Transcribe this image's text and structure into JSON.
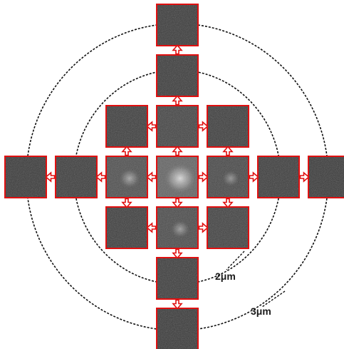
{
  "labels": {
    "inner_ring": "2μm",
    "outer_ring": "3μm"
  },
  "colors": {
    "tile_border": "#e01010",
    "arrow": "#e01010",
    "ring": "#111111",
    "background": "#ffffff"
  },
  "tiles": [
    {
      "row": 0,
      "col": 3,
      "brightness": 0.25
    },
    {
      "row": 1,
      "col": 3,
      "brightness": 0.27
    },
    {
      "row": 2,
      "col": 2,
      "brightness": 0.3
    },
    {
      "row": 2,
      "col": 3,
      "brightness": 0.4
    },
    {
      "row": 2,
      "col": 4,
      "brightness": 0.3
    },
    {
      "row": 3,
      "col": 0,
      "brightness": 0.24
    },
    {
      "row": 3,
      "col": 1,
      "brightness": 0.28
    },
    {
      "row": 3,
      "col": 2,
      "brightness": 0.55
    },
    {
      "row": 3,
      "col": 3,
      "brightness": 0.85
    },
    {
      "row": 3,
      "col": 4,
      "brightness": 0.45
    },
    {
      "row": 3,
      "col": 5,
      "brightness": 0.28
    },
    {
      "row": 3,
      "col": 6,
      "brightness": 0.24
    },
    {
      "row": 4,
      "col": 2,
      "brightness": 0.3
    },
    {
      "row": 4,
      "col": 3,
      "brightness": 0.5
    },
    {
      "row": 4,
      "col": 4,
      "brightness": 0.35
    },
    {
      "row": 5,
      "col": 3,
      "brightness": 0.28
    },
    {
      "row": 6,
      "col": 3,
      "brightness": 0.24
    }
  ]
}
